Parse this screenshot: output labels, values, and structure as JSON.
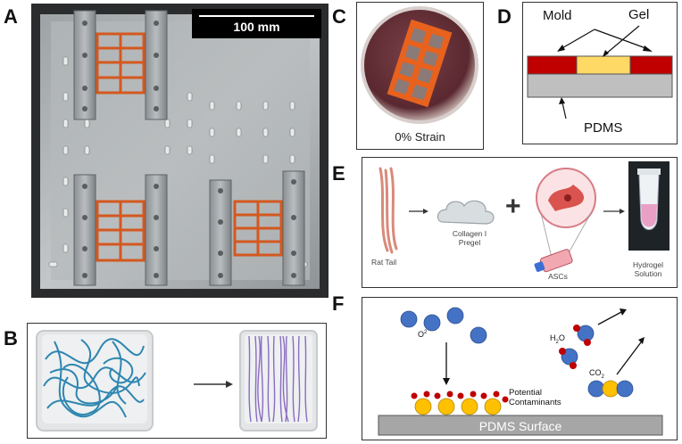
{
  "panels": {
    "A": {
      "label": "A",
      "scale_bar": "100 mm"
    },
    "B": {
      "label": "B"
    },
    "C": {
      "label": "C",
      "caption": "0% Strain"
    },
    "D": {
      "label": "D",
      "mold": "Mold",
      "gel": "Gel",
      "pdms": "PDMS",
      "colors": {
        "mold": "#c00000",
        "gel": "#ffd966",
        "pdms": "#bfbfbf"
      }
    },
    "E": {
      "label": "E",
      "rat_tail": "Rat Tail",
      "collagen": "Collagen I",
      "pregel": "Pregel",
      "plus": "+",
      "ascs": "ASCs",
      "hydrogel": "Hydrogel",
      "solution": "Solution"
    },
    "F": {
      "label": "F",
      "o2": "O",
      "o2_sup": "2",
      "h2o_a": "H",
      "h2o_sub": "2",
      "h2o_b": "O",
      "co2_a": "CO",
      "co2_sub": "2",
      "potential": "Potential",
      "contaminants": "Contaminants",
      "surface": "PDMS Surface"
    }
  }
}
